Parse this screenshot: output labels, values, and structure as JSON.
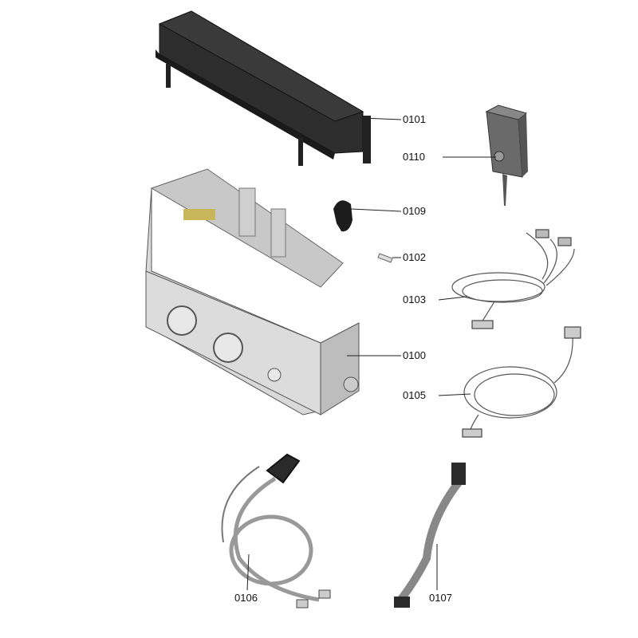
{
  "parts": [
    {
      "id": "cover",
      "number": "0101"
    },
    {
      "id": "sensor-box",
      "number": "0110"
    },
    {
      "id": "clip",
      "number": "0109"
    },
    {
      "id": "fuse",
      "number": "0102"
    },
    {
      "id": "harness-a",
      "number": "0103"
    },
    {
      "id": "control-box",
      "number": "0100"
    },
    {
      "id": "harness-b",
      "number": "0105"
    },
    {
      "id": "harness-c",
      "number": "0106"
    },
    {
      "id": "ribbon-cable",
      "number": "0107"
    }
  ],
  "colors": {
    "dark_part": "#2a2a2a",
    "light_part": "#d6d6d6",
    "line": "#222222"
  }
}
